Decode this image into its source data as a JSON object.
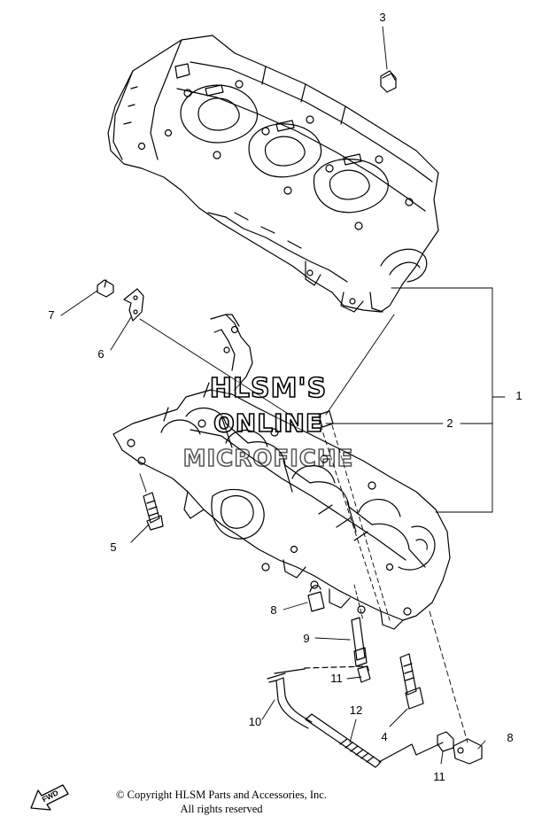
{
  "diagram": {
    "callouts": [
      {
        "id": "callout-3",
        "text": "3"
      },
      {
        "id": "callout-7",
        "text": "7"
      },
      {
        "id": "callout-6",
        "text": "6"
      },
      {
        "id": "callout-1",
        "text": "1"
      },
      {
        "id": "callout-2",
        "text": "2"
      },
      {
        "id": "callout-5",
        "text": "5"
      },
      {
        "id": "callout-8a",
        "text": "8"
      },
      {
        "id": "callout-9",
        "text": "9"
      },
      {
        "id": "callout-11a",
        "text": "11"
      },
      {
        "id": "callout-10",
        "text": "10"
      },
      {
        "id": "callout-12",
        "text": "12"
      },
      {
        "id": "callout-4",
        "text": "4"
      },
      {
        "id": "callout-11b",
        "text": "11"
      },
      {
        "id": "callout-8b",
        "text": "8"
      }
    ],
    "watermark": {
      "line1": "HLSM'S",
      "line2": "ONLINE",
      "line3": "MICROFICHE"
    },
    "copyright": {
      "line1": "© Copyright HLSM Parts and Accessories, Inc.",
      "line2": "All rights reserved"
    },
    "fwd_label": "FWD"
  }
}
